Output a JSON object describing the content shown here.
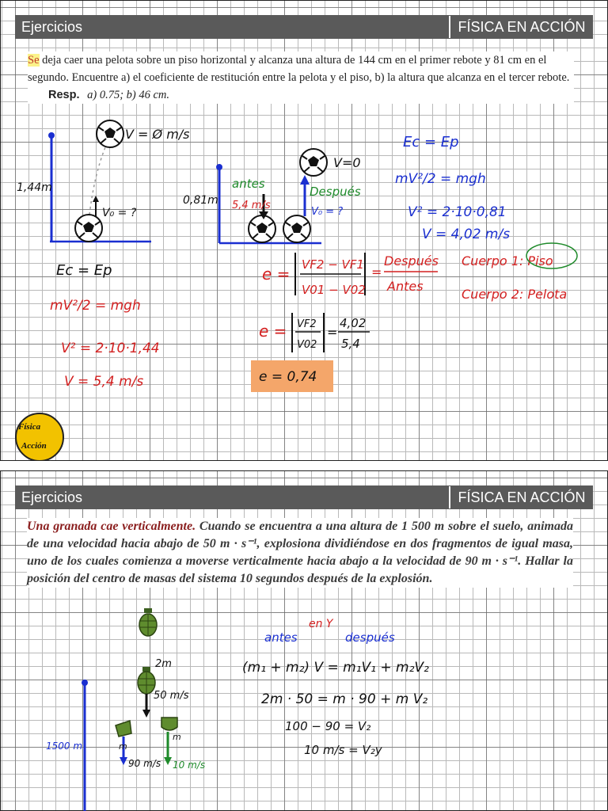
{
  "slide1": {
    "header_left": "Ejercicios",
    "header_right": "FÍSICA EN ACCIÓN",
    "problem_highlight": "Se",
    "problem_text": " deja caer una pelota sobre un piso horizontal y alcanza una altura de 144 cm en el primer rebote y 81 cm en el segundo. Encuentre a) el coeficiente de restitución entre la pelota y el piso, b) la altura que alcanza en el tercer rebote.",
    "resp_label": "Resp.",
    "resp_value": "a) 0.75; b) 46 cm.",
    "ball_top_label": "V = Ø m/s",
    "height1": "1,44m",
    "v0_left": "V₀ = ?",
    "height2": "0,81m",
    "antes": "antes",
    "antes_val": "5,4 m/s",
    "despues": "Después",
    "v0_right": "V₀ = ?",
    "v_zero": "V=0",
    "ec_ep_blue": "Ec = Ep",
    "eq_blue_1": "mV²/2 = mgh",
    "eq_blue_2": "V² = 2·10·0,81",
    "eq_blue_3": "V = 4,02 m/s",
    "ec_ep_black": "Ec = Ep",
    "eq_red_1": "mV²/2 = mgh",
    "eq_red_2": "V² = 2·10·1,44",
    "eq_red_3": "V = 5,4 m/s",
    "e_formula": "e = | VF2 − VF1 / V01 − V02 |",
    "e_ratio": "Después / Antes",
    "cuerpo1": "Cuerpo 1: Piso",
    "cuerpo2": "Cuerpo 2: Pelota",
    "e_second": "e = | VF2 / V02 | = 4,02 / 5,4",
    "e_result": "e = 0,74",
    "logo_line1": "Física",
    "logo_line2": "Acción"
  },
  "slide2": {
    "header_left": "Ejercicios",
    "header_right": "FÍSICA EN ACCIÓN",
    "problem_first": "Una granada cae verticalmente.",
    "problem_text": " Cuando se encuentra a una altura de 1 500 m sobre el suelo, animada de una velocidad hacia abajo de 50 m · s⁻¹, explosiona dividiéndose en dos fragmentos de igual masa, uno de los cuales comienza a moverse verticalmente hacia abajo a la velocidad de 90 m · s⁻¹. Hallar la posición del centro de masas del sistema 10 segundos después de la explosión.",
    "en_y": "en Y",
    "antes": "antes",
    "despues": "después",
    "eq1": "(m₁ + m₂) V = m₁V₁ + m₂V₂",
    "eq2": "2m · 50 = m · 90 + m V₂",
    "eq3": "100 − 90 = V₂",
    "eq4": "10 m/s = V₂y",
    "label_2m": "2m",
    "v50": "50 m/s",
    "height": "1500 m",
    "m_left": "m",
    "m_right": "m",
    "v90": "90 m/s",
    "v10": "10 m/s"
  }
}
